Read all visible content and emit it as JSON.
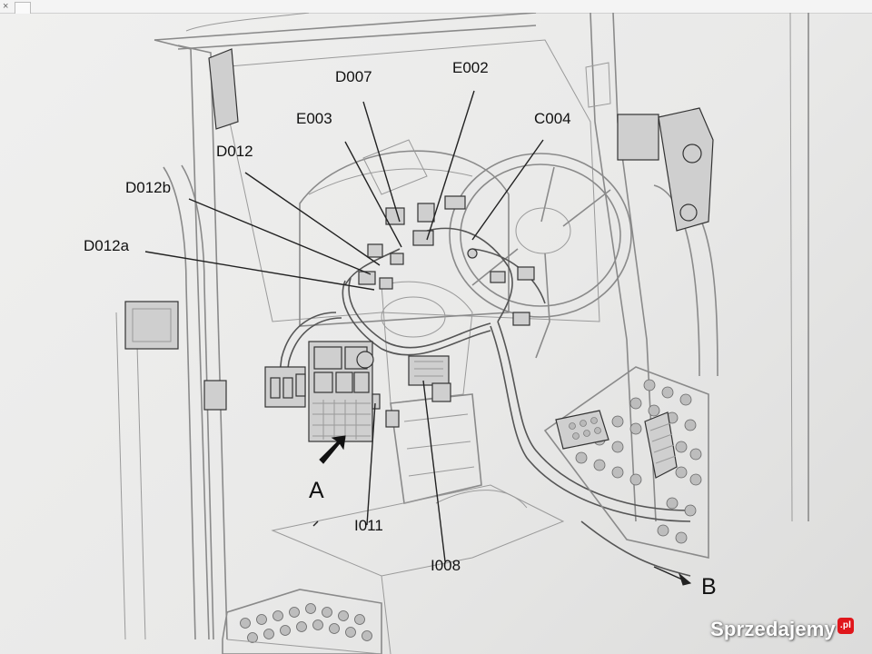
{
  "window": {
    "close_glyph": "×"
  },
  "callouts": [
    {
      "id": "D007",
      "text": "D007"
    },
    {
      "id": "E002",
      "text": "E002"
    },
    {
      "id": "E003",
      "text": "E003"
    },
    {
      "id": "C004",
      "text": "C004"
    },
    {
      "id": "D012",
      "text": "D012"
    },
    {
      "id": "D012b",
      "text": "D012b"
    },
    {
      "id": "D012a",
      "text": "D012a"
    },
    {
      "id": "A",
      "text": "A"
    },
    {
      "id": "I011",
      "text": "I011"
    },
    {
      "id": "I008",
      "text": "I008"
    },
    {
      "id": "B",
      "text": "B"
    }
  ],
  "watermark": {
    "text": "Sprzedajemy",
    "suffix": ".pl",
    "badge_color": "#e0161b"
  },
  "colors": {
    "background": "#e9e9e8",
    "line_art": "#555555",
    "label_text": "#111111"
  }
}
